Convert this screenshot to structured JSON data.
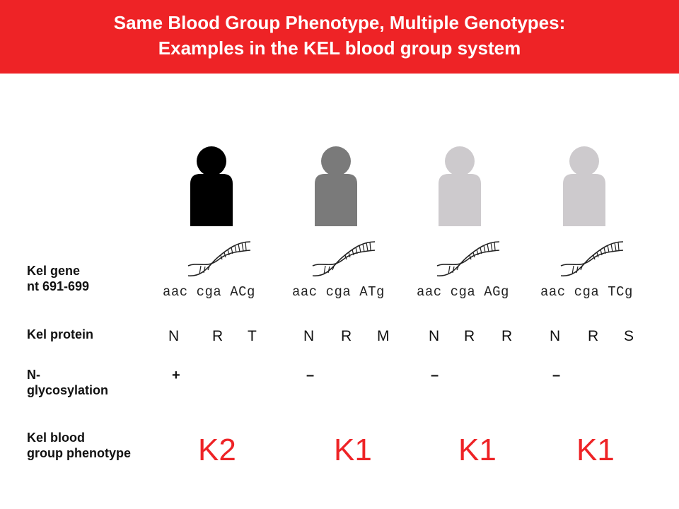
{
  "header": {
    "title_line1": "Same Blood Group Phenotype, Multiple Genotypes:",
    "title_line2": "Examples in the KEL blood group system"
  },
  "row_labels": {
    "gene_line1": "Kel gene",
    "gene_line2": "nt 691-699",
    "protein": "Kel protein",
    "glyco_line1": "N-",
    "glyco_line2": "glycosylation",
    "pheno_line1": "Kel blood",
    "pheno_line2": "group phenotype"
  },
  "individuals": [
    {
      "person_color": "#000000",
      "codons": "aac cga ACg",
      "aa": [
        "N",
        "R",
        "T"
      ],
      "glycosylation": "+",
      "phenotype": "K2"
    },
    {
      "person_color": "#7a7a7a",
      "codons": "aac cga ATg",
      "aa": [
        "N",
        "R",
        "M"
      ],
      "glycosylation": "–",
      "phenotype": "K1"
    },
    {
      "person_color": "#cdcacd",
      "codons": "aac cga AGg",
      "aa": [
        "N",
        "R",
        "R"
      ],
      "glycosylation": "–",
      "phenotype": "K1"
    },
    {
      "person_color": "#cdcacd",
      "codons": "aac cga TCg",
      "aa": [
        "N",
        "R",
        "S"
      ],
      "glycosylation": "–",
      "phenotype": "K1"
    }
  ],
  "icons": {
    "person": "person-icon",
    "dna": "dna-helix-icon"
  },
  "colors": {
    "accent": "#ee2326"
  }
}
